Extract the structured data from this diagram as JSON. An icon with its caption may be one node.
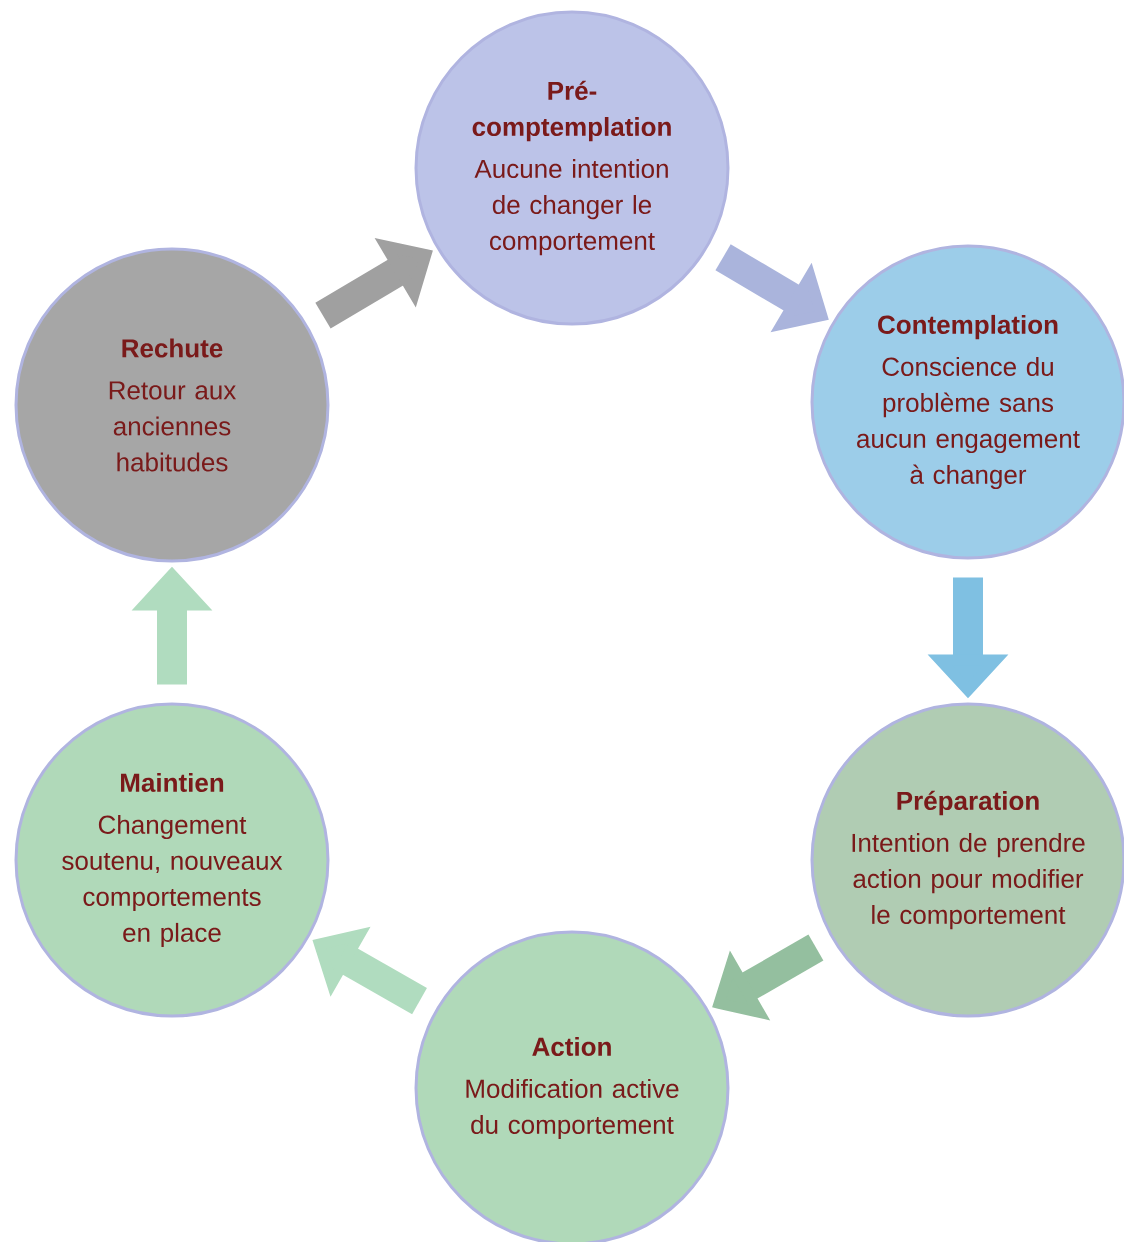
{
  "diagram": {
    "nodes": [
      {
        "text": [
          "Pré-comptemplation",
          "Aucune intention de changer le comportement"
        ]
      },
      {
        "text": [
          "Contemplation",
          "Conscience du problème sans aucun engagement à changer"
        ]
      },
      {
        "text": [
          "Préparation",
          "Intention de prendre action pour modifier le comportement"
        ]
      },
      {
        "text": [
          "Action",
          "Modification active du comportement"
        ]
      },
      {
        "text": [
          "Maintien",
          "Changement soutenu, nouveaux comportements en place"
        ]
      },
      {
        "text": [
          "Rechute",
          "Retour aux anciennes habitudes"
        ]
      }
    ],
    "edges": [
      {
        "from": 0,
        "to": 1,
        "arrow": "to",
        "color": "#aab4dc"
      },
      {
        "from": 1,
        "to": 2,
        "arrow": "to",
        "color": "#7fc0e2"
      },
      {
        "from": 2,
        "to": 3,
        "arrow": "to",
        "color": "#94bf9f"
      },
      {
        "from": 3,
        "to": 4,
        "arrow": "to",
        "color": "#b0dcbf"
      },
      {
        "from": 4,
        "to": 5,
        "arrow": "to",
        "color": "#b0dcbf"
      },
      {
        "from": 5,
        "to": 0,
        "arrow": "to",
        "color": "#a0a0a0"
      }
    ]
  }
}
